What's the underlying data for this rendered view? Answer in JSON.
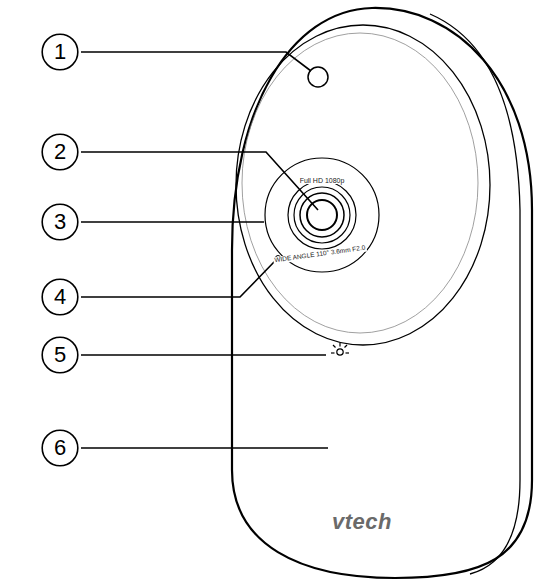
{
  "diagram": {
    "nodes": [
      {
        "text": [
          "1"
        ]
      },
      {
        "text": [
          "2"
        ]
      },
      {
        "text": [
          "3"
        ]
      },
      {
        "text": [
          "4"
        ]
      },
      {
        "text": [
          "5"
        ]
      },
      {
        "text": [
          "6"
        ]
      }
    ],
    "labels": [
      "Full HD 1080p",
      "WIDE ANGLE 110° 3.6mm F2.0",
      "vtech"
    ]
  }
}
